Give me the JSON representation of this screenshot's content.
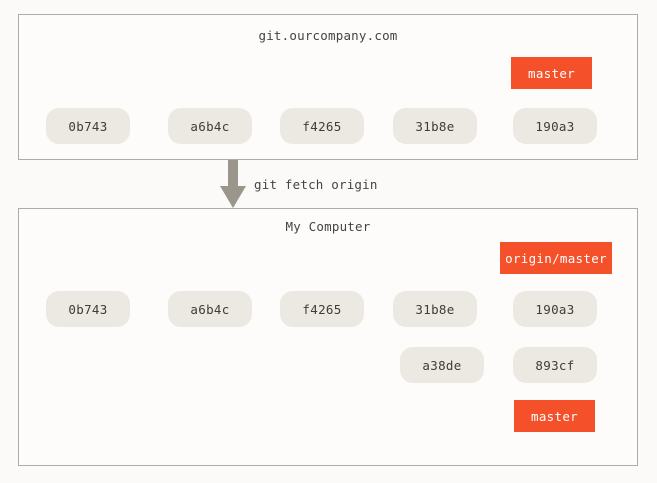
{
  "diagram": {
    "caption": "git fetch origin",
    "colors": {
      "page_background": "#fbfaf8",
      "panel_background": "#fdfcfa",
      "panel_border": "#aeaca8",
      "commit_fill": "#ebe9e1",
      "commit_text": "#3f3d39",
      "ref_fill": "#f4502a",
      "ref_text": "#ffffff",
      "arrow": "#8d8a82",
      "fetch_arrow": "#9b968c",
      "title_text": "#46443f"
    }
  },
  "panels": [
    {
      "id": "remote",
      "title": "git.ourcompany.com",
      "commits": [
        {
          "id": "0b743",
          "label": "0b743"
        },
        {
          "id": "a6b4c",
          "label": "a6b4c"
        },
        {
          "id": "f4265",
          "label": "f4265"
        },
        {
          "id": "31b8e",
          "label": "31b8e"
        },
        {
          "id": "190a3",
          "label": "190a3"
        }
      ],
      "refs": [
        {
          "id": "master",
          "label": "master",
          "points_to": "190a3"
        }
      ]
    },
    {
      "id": "local",
      "title": "My Computer",
      "commits": [
        {
          "id": "0b743",
          "label": "0b743"
        },
        {
          "id": "a6b4c",
          "label": "a6b4c"
        },
        {
          "id": "f4265",
          "label": "f4265"
        },
        {
          "id": "31b8e",
          "label": "31b8e"
        },
        {
          "id": "190a3",
          "label": "190a3"
        },
        {
          "id": "a38de",
          "label": "a38de"
        },
        {
          "id": "893cf",
          "label": "893cf"
        }
      ],
      "refs": [
        {
          "id": "origin-master",
          "label": "origin/master",
          "points_to": "190a3"
        },
        {
          "id": "master",
          "label": "master",
          "points_to": "893cf"
        }
      ]
    }
  ]
}
